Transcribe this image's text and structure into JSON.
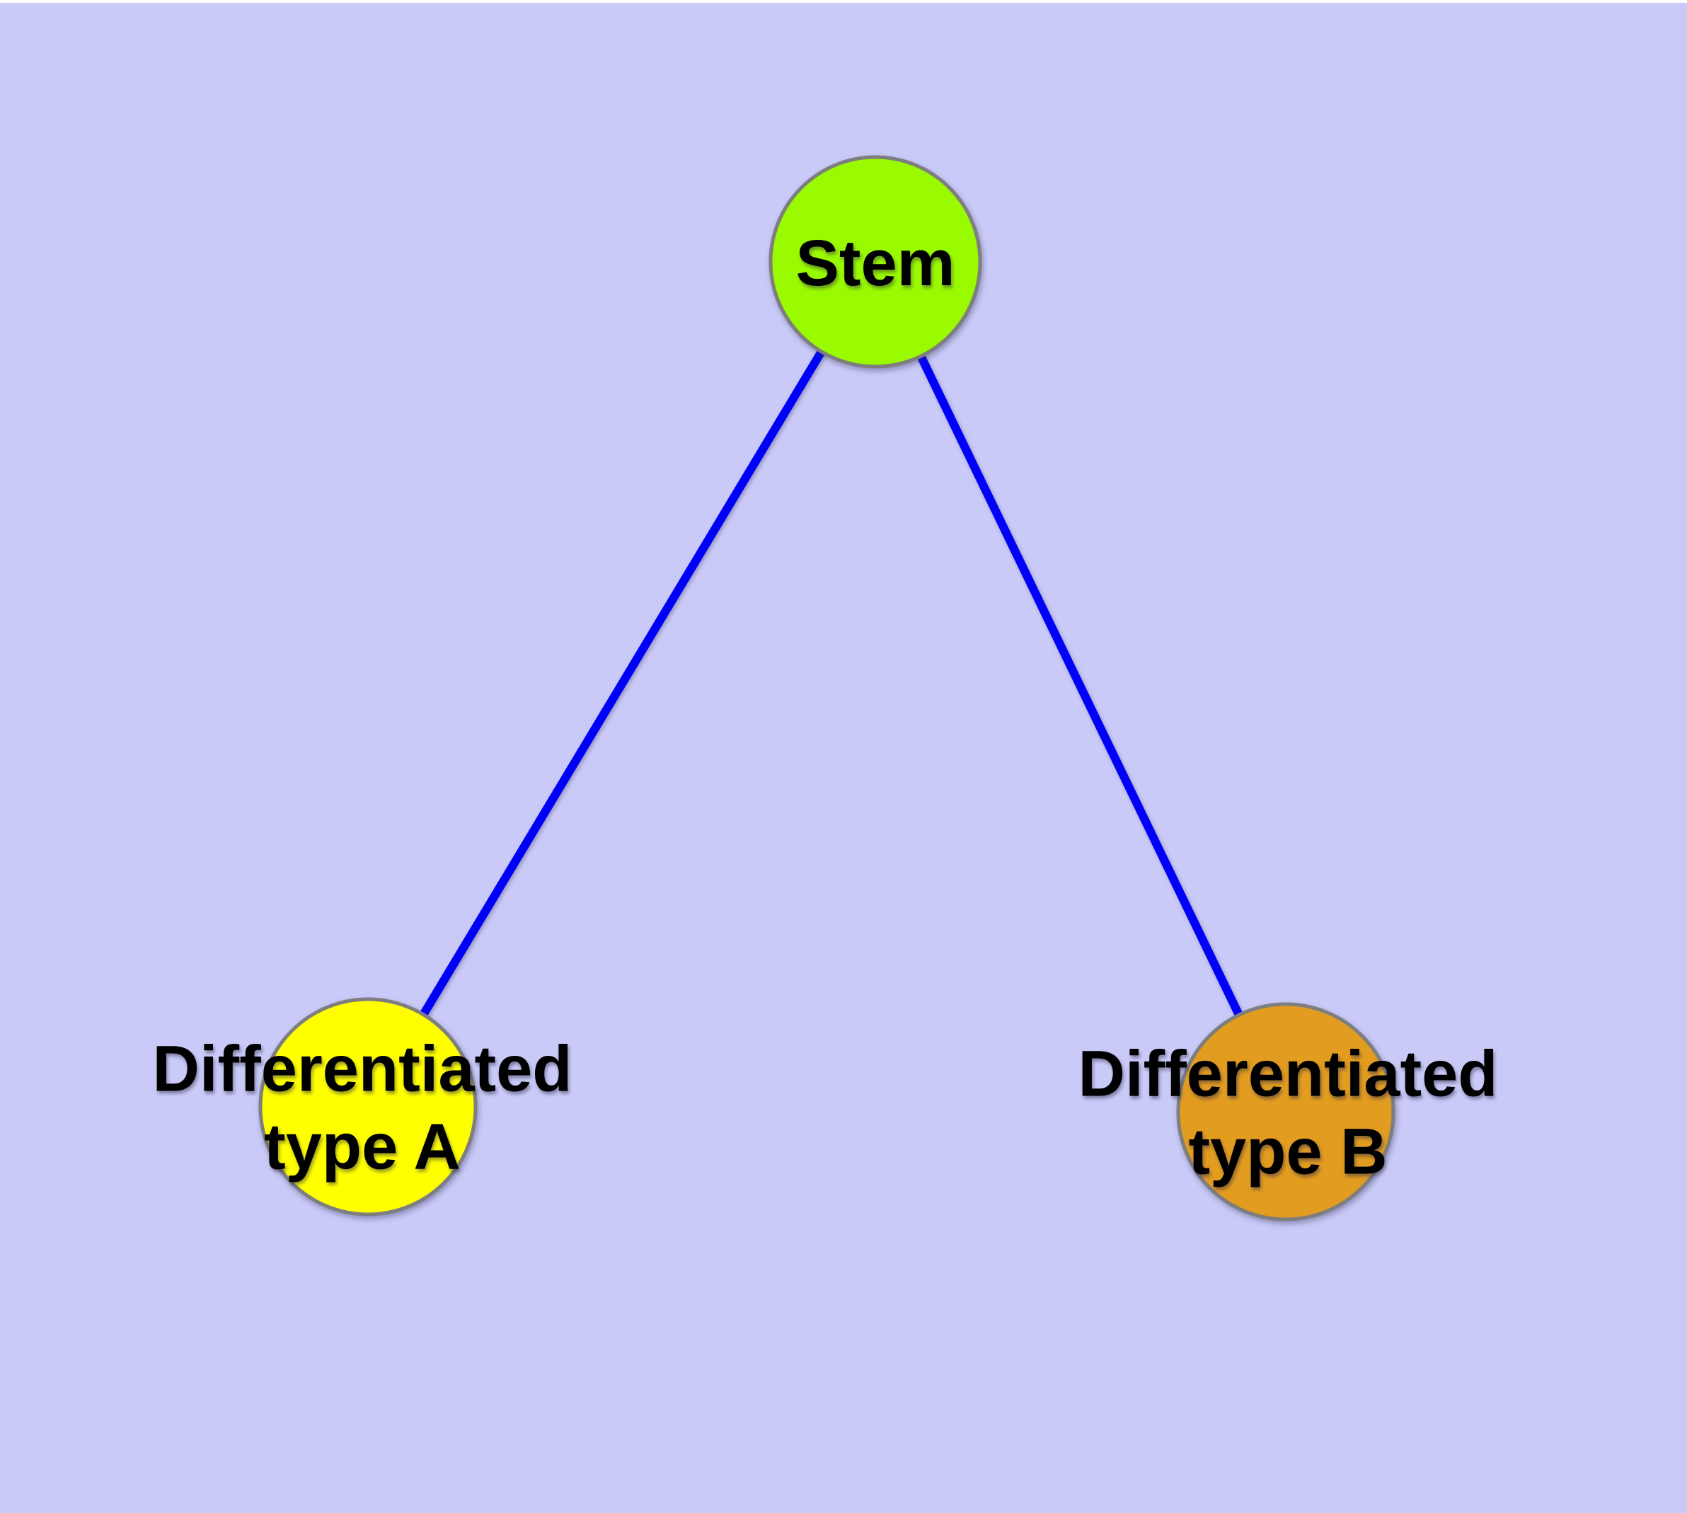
{
  "diagram": {
    "background_color": "#CACAF8",
    "top_strip_color": "#FFFFFF",
    "text_color": "#000000",
    "node_border_color": "#7E7E7E",
    "nodes": {
      "stem": {
        "label": "Stem",
        "color": "#9AFA00"
      },
      "type_a": {
        "label_line1": "Differentiated",
        "label_line2": "type A",
        "color": "#FFFF00"
      },
      "type_b": {
        "label_line1": "Differentiated",
        "label_line2": "type B",
        "color": "#E29C20"
      }
    },
    "edges": {
      "color": "#0000FA",
      "list": [
        {
          "from": "Stem",
          "to": "Differentiated type A"
        },
        {
          "from": "Stem",
          "to": "Differentiated type B"
        }
      ]
    }
  }
}
